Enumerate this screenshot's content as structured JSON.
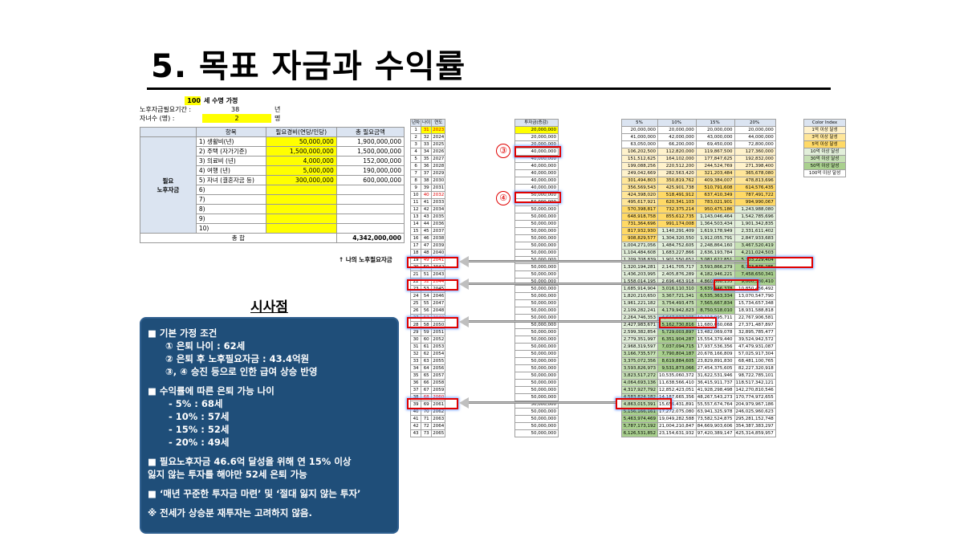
{
  "title": "5. 목표 자금과 수익률",
  "assumptions": {
    "life_value": "100",
    "life_label": "세 수명 가정",
    "period_label": "노후자금필요기간 :",
    "period_value": "38",
    "period_unit": "년",
    "children_label": "자녀수 (명) :",
    "children_value": "2",
    "children_unit": "명"
  },
  "expense_table": {
    "headers": [
      "항목",
      "필요경비(연당/인당)",
      "총 필요금액"
    ],
    "category": "필요\n노후자금",
    "rows": [
      {
        "item": "1) 생활비(년)",
        "cost": "50,000,000",
        "total": "1,900,000,000"
      },
      {
        "item": "2) 주택 (자가기준)",
        "cost": "1,500,000,000",
        "total": "1,500,000,000"
      },
      {
        "item": "3) 의료비 (년)",
        "cost": "4,000,000",
        "total": "152,000,000"
      },
      {
        "item": "4) 여행 (년)",
        "cost": "5,000,000",
        "total": "190,000,000"
      },
      {
        "item": "5) 자녀 (결혼자금 등)",
        "cost": "300,000,000",
        "total": "600,000,000"
      },
      {
        "item": "6)",
        "cost": "",
        "total": ""
      },
      {
        "item": "7)",
        "cost": "",
        "total": ""
      },
      {
        "item": "8)",
        "cost": "",
        "total": ""
      },
      {
        "item": "9)",
        "cost": "",
        "total": ""
      },
      {
        "item": "10)",
        "cost": "",
        "total": ""
      }
    ],
    "sum_label": "총 합",
    "sum_value": "4,342,000,000",
    "note": "↑ 나의 노후필요자금"
  },
  "insight": {
    "title": "시사점",
    "lines": [
      {
        "text": "■ 기본 가정 조건",
        "style": "head"
      },
      {
        "text": "① 은퇴 나이 : 62세",
        "style": "ind1"
      },
      {
        "text": "② 은퇴 후 노후필요자금 : 43.4억원",
        "style": "ind1"
      },
      {
        "text": "③, ④ 승진 등으로 인한 급여 상승 반영",
        "style": "ind1"
      },
      {
        "text": "",
        "style": "gap"
      },
      {
        "text": "■ 수익률에 따른 은퇴 가능 나이",
        "style": "head"
      },
      {
        "text": "- 5% : 68세",
        "style": "ind2"
      },
      {
        "text": "- 10% : 57세",
        "style": "ind2"
      },
      {
        "text": "- 15% : 52세",
        "style": "ind2"
      },
      {
        "text": "- 20% : 49세",
        "style": "ind2"
      },
      {
        "text": "",
        "style": "gap"
      },
      {
        "text": "■ 필요노후자금 46.6억 달성을 위해 연 15% 이상",
        "style": "head"
      },
      {
        "text": "   잃지 않는 투자를 해야만 52세 은퇴 가능",
        "style": "head"
      },
      {
        "text": "",
        "style": "gap"
      },
      {
        "text": "■ ‘매년 꾸준한 투자금 마련’ 및 ‘절대 잃지 않는 투자’",
        "style": "head"
      },
      {
        "text": "",
        "style": "gap"
      },
      {
        "text": "※ 전세가 상승분 재투자는 고려하지 않음.",
        "style": "head"
      }
    ]
  },
  "years_table": {
    "headers": [
      "년차",
      "나이",
      "연도"
    ],
    "rows": [
      [
        "1",
        "31",
        "2023"
      ],
      [
        "2",
        "32",
        "2024"
      ],
      [
        "3",
        "33",
        "2025"
      ],
      [
        "4",
        "34",
        "2026"
      ],
      [
        "5",
        "35",
        "2027"
      ],
      [
        "6",
        "36",
        "2028"
      ],
      [
        "7",
        "37",
        "2029"
      ],
      [
        "8",
        "38",
        "2030"
      ],
      [
        "9",
        "39",
        "2031"
      ],
      [
        "10",
        "40",
        "2032"
      ],
      [
        "11",
        "41",
        "2033"
      ],
      [
        "12",
        "42",
        "2034"
      ],
      [
        "13",
        "43",
        "2035"
      ],
      [
        "14",
        "44",
        "2036"
      ],
      [
        "15",
        "45",
        "2037"
      ],
      [
        "16",
        "46",
        "2038"
      ],
      [
        "17",
        "47",
        "2039"
      ],
      [
        "18",
        "48",
        "2040"
      ],
      [
        "19",
        "49",
        "2041"
      ],
      [
        "20",
        "50",
        "2042"
      ],
      [
        "21",
        "51",
        "2043"
      ],
      [
        "22",
        "52",
        "2044"
      ],
      [
        "23",
        "53",
        "2045"
      ],
      [
        "24",
        "54",
        "2046"
      ],
      [
        "25",
        "55",
        "2047"
      ],
      [
        "26",
        "56",
        "2048"
      ],
      [
        "27",
        "57",
        "2049"
      ],
      [
        "28",
        "58",
        "2050"
      ],
      [
        "29",
        "59",
        "2051"
      ],
      [
        "30",
        "60",
        "2052"
      ],
      [
        "31",
        "61",
        "2053"
      ],
      [
        "32",
        "62",
        "2054"
      ],
      [
        "33",
        "63",
        "2055"
      ],
      [
        "34",
        "64",
        "2056"
      ],
      [
        "35",
        "65",
        "2057"
      ],
      [
        "36",
        "66",
        "2058"
      ],
      [
        "37",
        "67",
        "2059"
      ],
      [
        "38",
        "68",
        "2060"
      ],
      [
        "39",
        "69",
        "2061"
      ],
      [
        "40",
        "70",
        "2062"
      ],
      [
        "41",
        "71",
        "2063"
      ],
      [
        "42",
        "72",
        "2064"
      ],
      [
        "43",
        "73",
        "2065"
      ]
    ]
  },
  "contrib_table": {
    "header": "투자금(증감)",
    "values": [
      "20,000,000",
      "20,000,000",
      "20,000,000",
      "40,000,000",
      "40,000,000",
      "40,000,000",
      "40,000,000",
      "40,000,000",
      "40,000,000",
      "50,000,000",
      "50,000,000",
      "50,000,000",
      "50,000,000",
      "50,000,000",
      "50,000,000",
      "50,000,000",
      "50,000,000",
      "50,000,000",
      "50,000,000",
      "50,000,000",
      "50,000,000",
      "50,000,000",
      "50,000,000",
      "50,000,000",
      "50,000,000",
      "50,000,000",
      "50,000,000",
      "50,000,000",
      "50,000,000",
      "50,000,000",
      "50,000,000",
      "50,000,000",
      "50,000,000",
      "50,000,000",
      "50,000,000",
      "50,000,000",
      "50,000,000",
      "50,000,000",
      "50,000,000",
      "50,000,000",
      "50,000,000",
      "50,000,000",
      "50,000,000"
    ]
  },
  "growth_table": {
    "headers": [
      "5%",
      "10%",
      "15%",
      "20%"
    ],
    "rows": [
      [
        "20,000,000",
        "20,000,000",
        "20,000,000",
        "20,000,000"
      ],
      [
        "41,000,000",
        "42,000,000",
        "43,000,000",
        "44,000,000"
      ],
      [
        "63,050,000",
        "66,200,000",
        "69,450,000",
        "72,800,000"
      ],
      [
        "106,202,500",
        "112,820,000",
        "119,867,500",
        "127,360,000"
      ],
      [
        "151,512,625",
        "164,102,000",
        "177,847,625",
        "192,832,000"
      ],
      [
        "199,088,256",
        "220,512,200",
        "244,524,769",
        "271,398,400"
      ],
      [
        "249,042,669",
        "282,563,420",
        "321,203,484",
        "365,678,080"
      ],
      [
        "301,494,803",
        "350,819,762",
        "409,384,007",
        "478,813,696"
      ],
      [
        "356,569,543",
        "425,901,738",
        "510,791,608",
        "614,576,435"
      ],
      [
        "424,398,020",
        "518,491,912",
        "637,410,349",
        "787,491,722"
      ],
      [
        "495,617,921",
        "620,341,103",
        "783,021,901",
        "994,990,067"
      ],
      [
        "570,398,817",
        "732,375,214",
        "950,475,186",
        "1,243,988,080"
      ],
      [
        "648,918,758",
        "855,612,735",
        "1,143,046,464",
        "1,542,785,696"
      ],
      [
        "731,364,696",
        "991,174,008",
        "1,364,503,434",
        "1,901,342,835"
      ],
      [
        "817,932,930",
        "1,140,291,409",
        "1,619,178,949",
        "2,331,611,402"
      ],
      [
        "908,829,577",
        "1,304,320,550",
        "1,912,055,791",
        "2,847,933,683"
      ],
      [
        "1,004,271,056",
        "1,484,752,605",
        "2,248,864,160",
        "3,467,520,419"
      ],
      [
        "1,104,484,608",
        "1,683,227,866",
        "2,636,193,784",
        "4,211,024,503"
      ],
      [
        "1,209,708,839",
        "1,901,550,652",
        "3,081,622,851",
        "5,103,229,404"
      ],
      [
        "1,320,194,281",
        "2,141,705,717",
        "3,593,866,279",
        "6,173,875,285"
      ],
      [
        "1,436,203,995",
        "2,405,876,289",
        "4,182,946,221",
        "7,458,650,341"
      ],
      [
        "1,558,014,195",
        "2,696,463,918",
        "4,860,388,155",
        "9,000,380,410"
      ],
      [
        "1,685,914,904",
        "3,016,110,310",
        "5,639,446,378",
        "10,850,456,492"
      ],
      [
        "1,820,210,650",
        "3,367,721,341",
        "6,535,363,334",
        "13,070,547,790"
      ],
      [
        "1,961,221,182",
        "3,754,493,475",
        "7,565,667,834",
        "15,734,657,348"
      ],
      [
        "2,109,282,241",
        "4,179,942,823",
        "8,750,518,010",
        "18,931,588,818"
      ],
      [
        "2,264,746,353",
        "4,647,937,105",
        "10,113,095,711",
        "22,767,906,581"
      ],
      [
        "2,427,983,671",
        "5,162,730,816",
        "11,680,060,068",
        "27,371,487,897"
      ],
      [
        "2,599,382,854",
        "5,729,003,897",
        "13,482,069,078",
        "32,895,785,477"
      ],
      [
        "2,779,351,997",
        "6,351,904,287",
        "15,554,379,440",
        "39,524,942,572"
      ],
      [
        "2,968,319,597",
        "7,037,094,715",
        "17,937,536,356",
        "47,479,931,087"
      ],
      [
        "3,166,735,577",
        "7,790,804,187",
        "20,678,166,809",
        "57,025,917,304"
      ],
      [
        "3,375,072,356",
        "8,619,884,605",
        "23,829,891,830",
        "68,481,100,765"
      ],
      [
        "3,593,826,973",
        "9,531,873,066",
        "27,454,375,605",
        "82,227,320,918"
      ],
      [
        "3,823,517,272",
        "10,535,060,372",
        "31,622,531,946",
        "98,722,785,101"
      ],
      [
        "4,064,693,136",
        "11,638,566,410",
        "36,415,911,737",
        "118,517,342,121"
      ],
      [
        "4,317,927,792",
        "12,852,423,051",
        "41,928,298,498",
        "142,270,810,546"
      ],
      [
        "4,583,824,182",
        "14,187,665,356",
        "48,267,543,273",
        "170,774,972,655"
      ],
      [
        "4,863,015,391",
        "15,656,431,891",
        "55,557,674,764",
        "204,979,967,186"
      ],
      [
        "5,156,166,161",
        "17,272,075,080",
        "63,941,325,978",
        "246,025,960,623"
      ],
      [
        "5,463,974,469",
        "19,049,282,588",
        "73,582,524,875",
        "295,281,152,748"
      ],
      [
        "5,787,173,192",
        "21,004,210,847",
        "84,669,903,606",
        "354,387,383,297"
      ],
      [
        "6,126,531,852",
        "23,154,631,932",
        "97,420,389,147",
        "425,314,859,957"
      ]
    ]
  },
  "color_index": {
    "header": "Color Index",
    "items": [
      {
        "label": "1억 이상 달성",
        "color": "#fff2cc"
      },
      {
        "label": "3억 이상 달성",
        "color": "#ffe699"
      },
      {
        "label": "5억 이상 달성",
        "color": "#ffd966"
      },
      {
        "label": "10억 이상 달성",
        "color": "#e2efda"
      },
      {
        "label": "30억 이상 달성",
        "color": "#c6e0b4"
      },
      {
        "label": "50억 이상 달성",
        "color": "#a9d08e"
      },
      {
        "label": "100억 이상 달성",
        "color": "#ffffff"
      }
    ]
  },
  "annotations": {
    "marker3": "③",
    "marker4": "④"
  }
}
